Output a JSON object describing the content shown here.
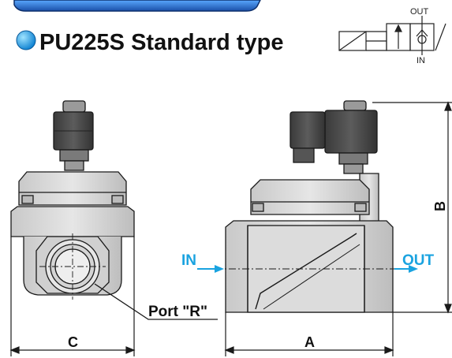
{
  "header": {
    "title": "PU225S Standard type"
  },
  "symbol": {
    "out_label": "OUT",
    "in_label": "IN"
  },
  "diagram": {
    "in_label": "IN",
    "out_label": "OUT",
    "port_label": "Port \"R\"",
    "dim_a": "A",
    "dim_b": "B",
    "dim_c": "C"
  },
  "colors": {
    "tab_blue": "#1a5fb4",
    "flow_blue": "#1aa3e0",
    "body_gray": "#d8d8d8",
    "coil_dark": "#4a4a4a",
    "line_dark": "#1a1a1a"
  }
}
